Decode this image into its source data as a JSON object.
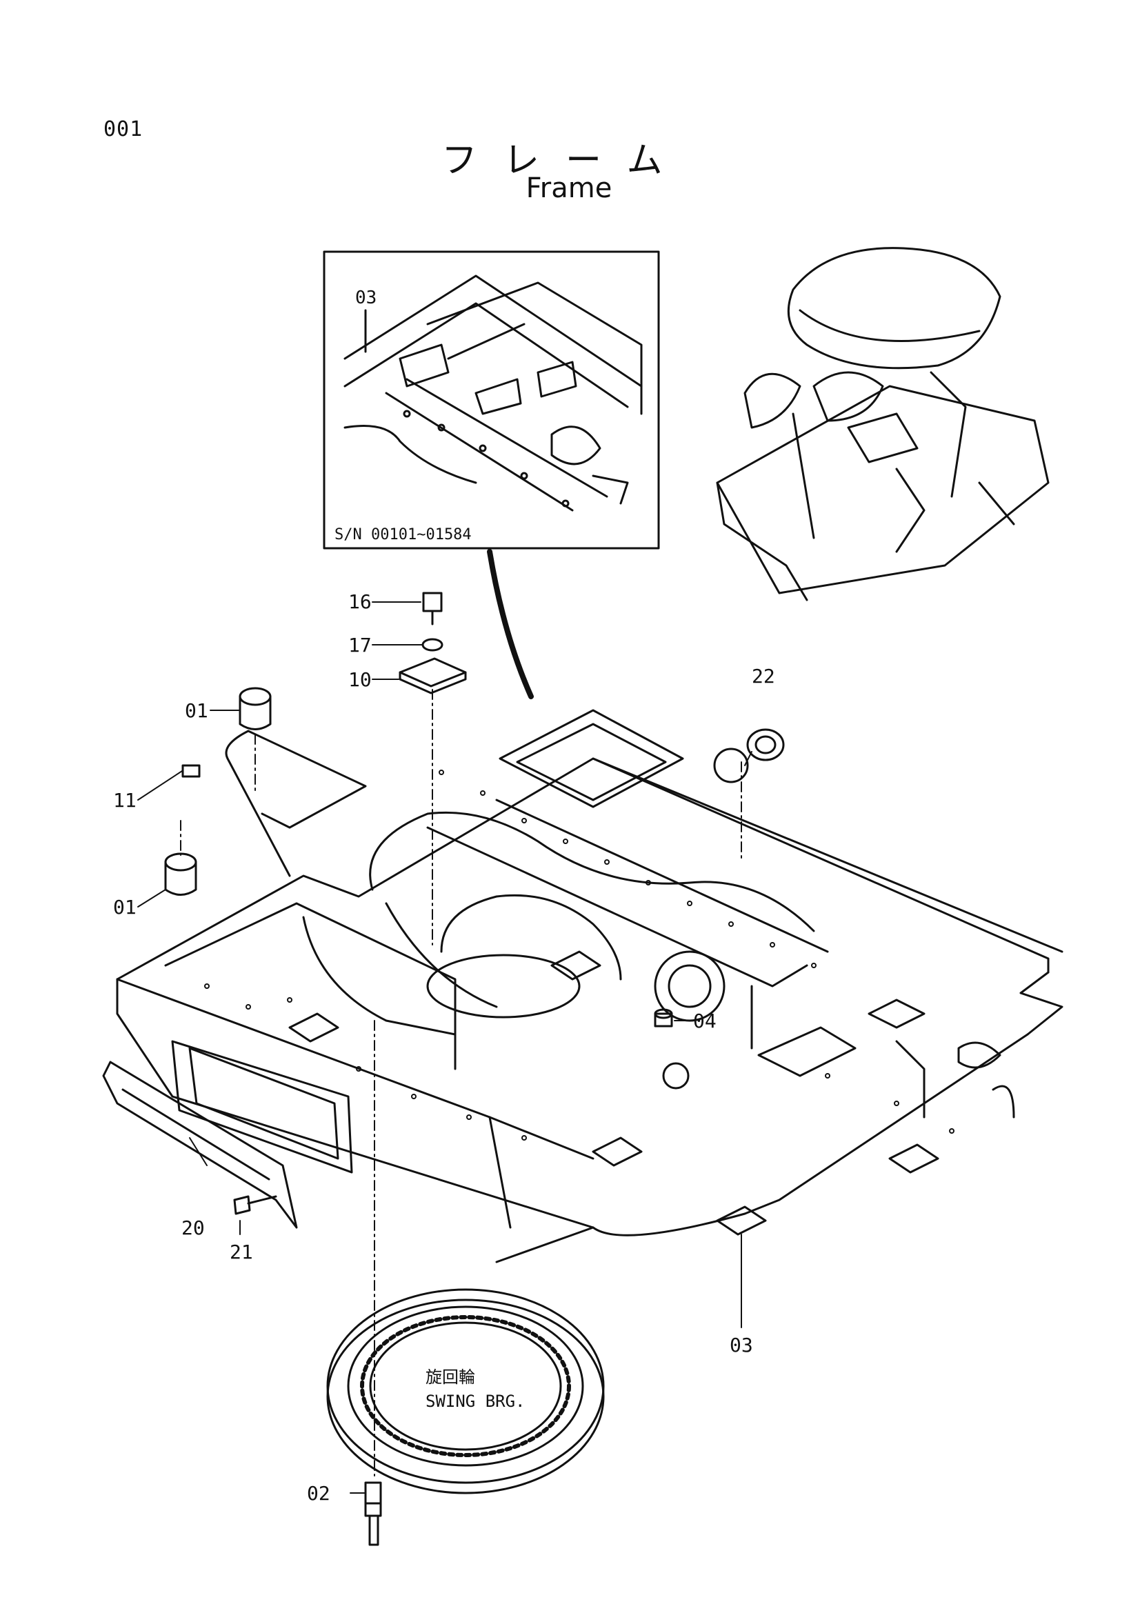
{
  "page_number": "001",
  "title_jp": "フレーム",
  "title_en": "Frame",
  "inset_serial": "S/N 00101~01584",
  "bearing_label_jp": "旋回輪",
  "bearing_label_en": "SWING  BRG.",
  "callouts": {
    "c01a": "01",
    "c01b": "01",
    "c02": "02",
    "c03_inset": "03",
    "c03_main": "03",
    "c04": "04",
    "c10": "10",
    "c11": "11",
    "c16": "16",
    "c17": "17",
    "c20": "20",
    "c21": "21",
    "c22": "22"
  }
}
